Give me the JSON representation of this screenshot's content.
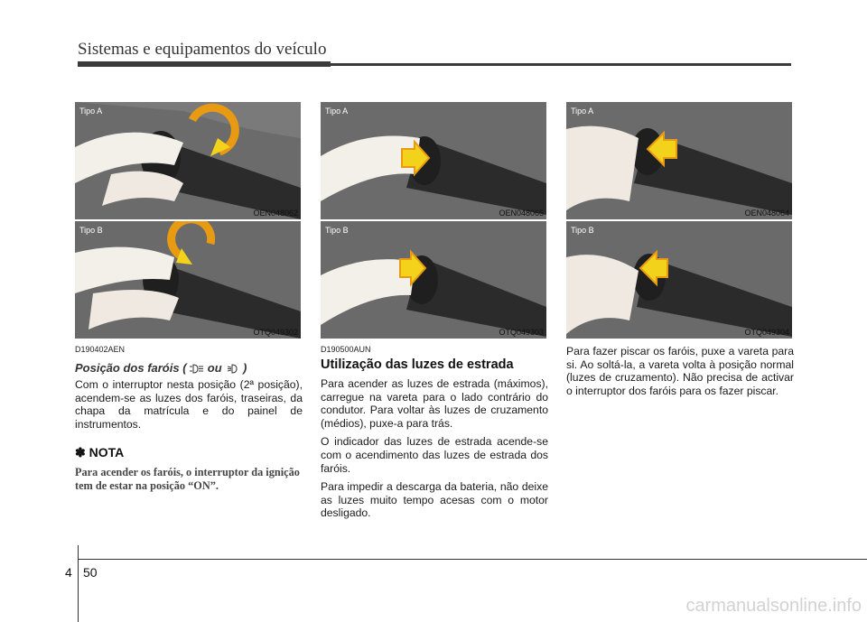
{
  "header": {
    "title": "Sistemas e equipamentos do veículo"
  },
  "figures": {
    "top_left": {
      "tipo": "Tipo A",
      "code": "OEN048062"
    },
    "bottom_left": {
      "tipo": "Tipo B",
      "code": "OTQ049302"
    },
    "top_mid": {
      "tipo": "Tipo A",
      "code": "OEN048065"
    },
    "bottom_mid": {
      "tipo": "Tipo B",
      "code": "OTQ049303"
    },
    "top_right": {
      "tipo": "Tipo A",
      "code": "OEN048064"
    },
    "bottom_right": {
      "tipo": "Tipo B",
      "code": "OTQ049304"
    }
  },
  "col1": {
    "code": "D190402AEN",
    "subhead_pre": "Posição dos faróis (",
    "subhead_mid": "ou",
    "subhead_post": ")",
    "para": "Com o interruptor nesta posição (2ª posição), acendem-se as luzes dos faróis, traseiras, da chapa da matrícula e do painel de instrumentos.",
    "nota_title": "✽ NOTA",
    "nota_text": "Para acender os faróis, o interruptor da ignição tem de estar na posição “ON”."
  },
  "col2": {
    "code": "D190500AUN",
    "heading": "Utilização das luzes de estrada",
    "para1": "Para acender as luzes de estrada (máximos), carregue na vareta para o lado contrário do condutor. Para voltar às luzes de cruzamento (médios), puxe-a para trás.",
    "para2": "O indicador das luzes de estrada acende-se com o acendimento das luzes de estrada dos faróis.",
    "para3": "Para impedir a descarga da bateria, não deixe as luzes muito tempo acesas com o motor desligado."
  },
  "col3": {
    "para": "Para fazer piscar os faróis, puxe a vareta para si. Ao soltá-la, a vareta volta à posição normal (luzes de cruzamento). Não precisa de activar o interruptor dos faróis para os fazer piscar."
  },
  "footer": {
    "chapter": "4",
    "page": "50",
    "watermark": "carmanualsonline.info"
  },
  "colors": {
    "arrow_yellow": "#f2d21b",
    "arrow_orange": "#e79a12",
    "photo_bg": "#6a6a6a"
  }
}
